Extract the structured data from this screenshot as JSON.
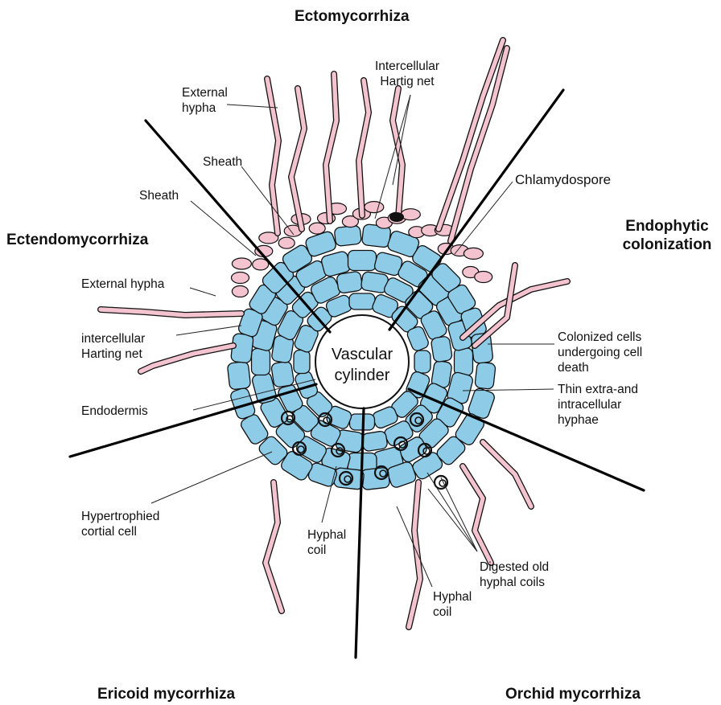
{
  "sections": {
    "ectomycorrhiza": "Ectomycorrhiza",
    "ectendomycorrhiza": "Ectendomycorrhiza",
    "endophytic": "Endophytic\ncolonization",
    "ericoid": "Ericoid mycorrhiza",
    "orchid": "Orchid mycorrhiza"
  },
  "labels": {
    "center": "Vascular\ncylinder",
    "ecto_external_hypha": "External\nhypha",
    "ecto_hartig": "Intercellular\nHartig net",
    "ecto_sheath": "Sheath",
    "ectendo_sheath": "Sheath",
    "ectendo_external_hypha": "External hypha",
    "ectendo_hartig": "intercellular\nHarting net",
    "endodermis": "Endodermis",
    "chlamydospore": "Chlamydospore",
    "colonized": "Colonized cells\nundergoing cell\ndeath",
    "thin_hyphae": "Thin extra-and\nintracellular\nhyphae",
    "hypertrophied": "Hypertrophied\ncortial cell",
    "ericoid_coil": "Hyphal\ncoil",
    "digested": "Digested old\nhyphal coils",
    "orchid_coil": "Hyphal\ncoil"
  },
  "colors": {
    "cortex_cell": "#8dcbe6",
    "fungal_tissue": "#f3c3cf",
    "outline": "#111111",
    "divider": "#000000"
  }
}
